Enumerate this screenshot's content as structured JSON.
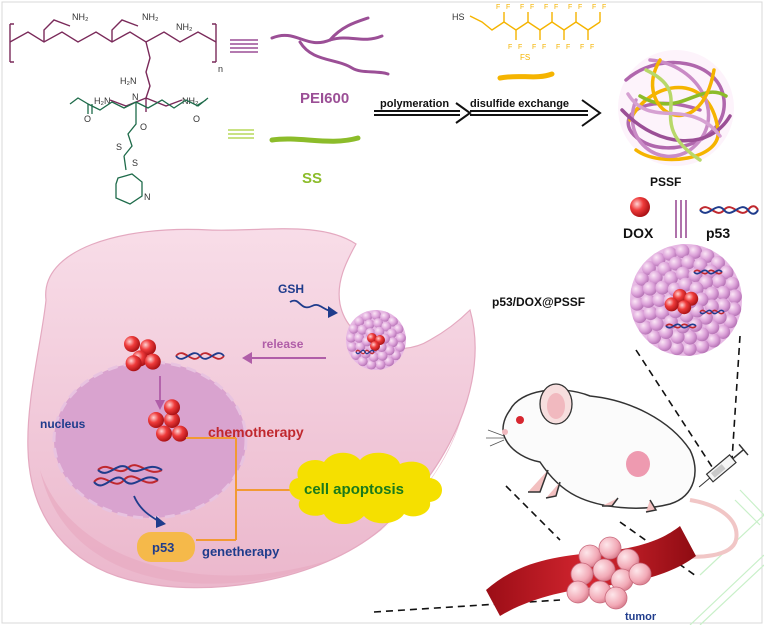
{
  "labels": {
    "pei600": "PEI600",
    "ss": "SS",
    "n": "n",
    "polymeration": "polymeration",
    "disulfide_exchange": "disulfide exchange",
    "pssf": "PSSF",
    "dox": "DOX",
    "p53_top": "p53",
    "p53_dox_pssf": "p53/DOX@PSSF",
    "gsh": "GSH",
    "release": "release",
    "nucleus": "nucleus",
    "chemotherapy": "chemotherapy",
    "cell_apoptosis": "cell apoptosis",
    "p53_box": "p53",
    "genetherapy": "genetherapy",
    "tumor": "tumor"
  },
  "chem": {
    "nh2": "NH₂",
    "hs": "HS",
    "f": "F",
    "fs": "FS",
    "s": "S",
    "o": "O",
    "n_atom": "N",
    "h2n": "H₂N",
    "hn": "H₂N"
  },
  "colors": {
    "pei": "#9b4f96",
    "ss": "#8cbc2a",
    "fluoro": "#f5b400",
    "cell": "#f2c7d9",
    "nucleus": "#d9a3cf",
    "dox": "#e8262d",
    "chemo": "#c0282e",
    "gene": "#1f3c8c",
    "apoptosis": "#f5e000",
    "apoptosis_text": "#1a7a1a",
    "bracket": "#f29a33"
  }
}
